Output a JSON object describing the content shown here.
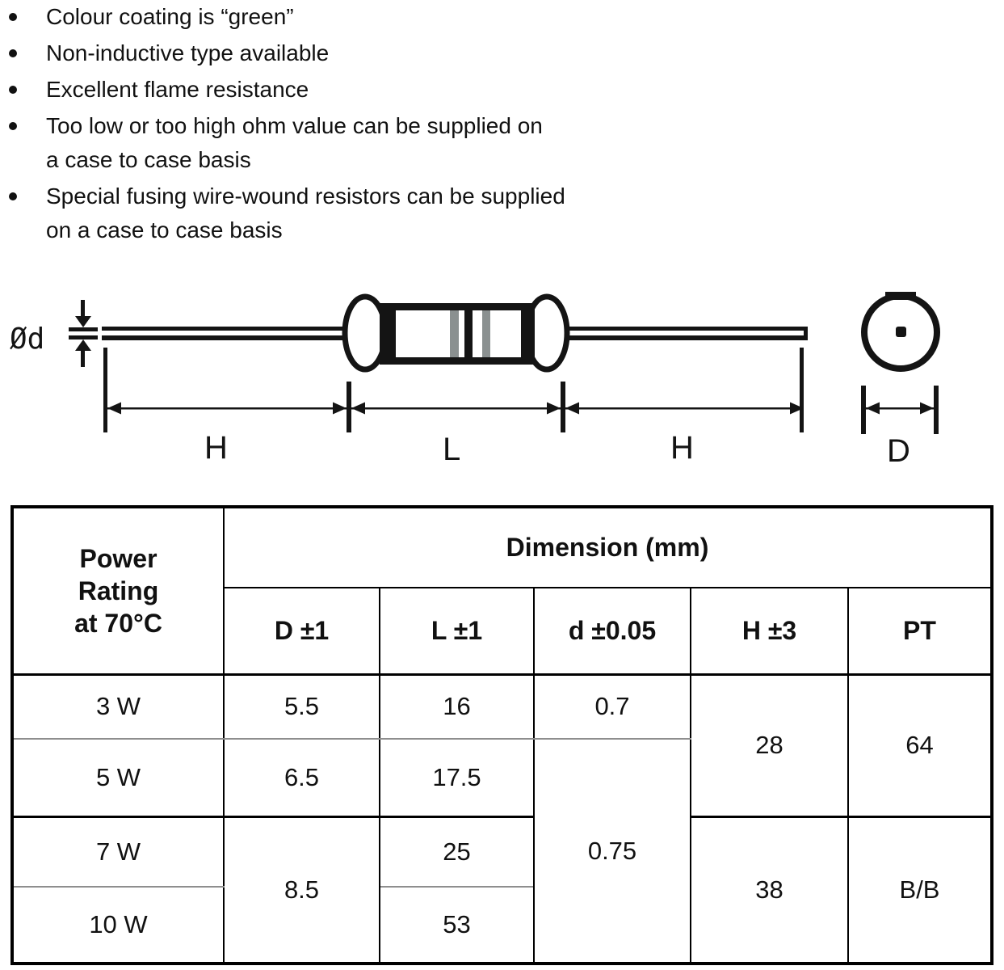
{
  "features": {
    "items": [
      {
        "lines": [
          "Colour coating is “green”",
          "",
          ""
        ]
      },
      {
        "lines": [
          "Non-inductive type available",
          "",
          ""
        ]
      },
      {
        "lines": [
          "Excellent flame resistance",
          "",
          ""
        ]
      },
      {
        "lines": [
          "Too low or too high ohm value can be supplied on",
          "a case to case basis",
          ""
        ]
      },
      {
        "lines": [
          "Special fusing wire-wound resistors can be supplied",
          "on a case to case basis",
          ""
        ]
      }
    ]
  },
  "diagram": {
    "lead_diameter_label": "Ød",
    "left_lead_label": "H",
    "body_length_label": "L",
    "right_lead_label": "H",
    "body_diameter_label": "D",
    "ink_color": "#141414",
    "band_gray_color": "#8a9090"
  },
  "table": {
    "power_header_lines": [
      "Power",
      "Rating",
      "at 70°C"
    ],
    "dimension_header": "Dimension (mm)",
    "sub_headers": [
      "D ±1",
      "L ±1",
      "d ±0.05",
      "H ±3",
      "PT"
    ],
    "cells": {
      "p3": "3 W",
      "p5": "5 W",
      "p7": "7 W",
      "p10": "10 W",
      "d3": "5.5",
      "d5": "6.5",
      "d7_10": "8.5",
      "l3": "16",
      "l5": "17.5",
      "l7": "25",
      "l10": "53",
      "dia3": "0.7",
      "dia5_10": "0.75",
      "h3_5": "28",
      "h7_10": "38",
      "pt3_5": "64",
      "pt7_10": "B/B"
    }
  }
}
